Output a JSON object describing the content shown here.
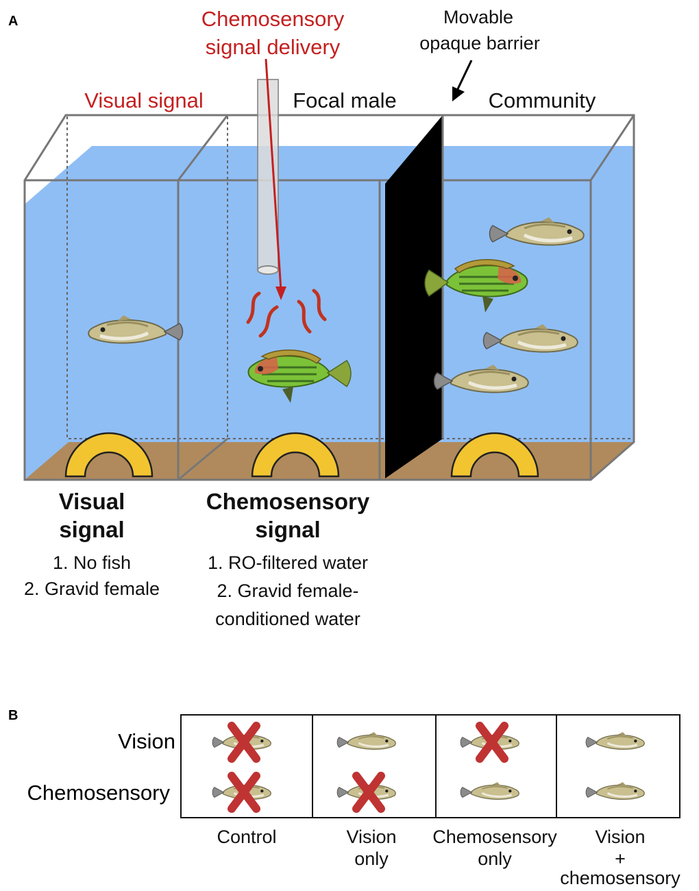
{
  "panel_a": {
    "letter": "A",
    "chemo_delivery": [
      "Chemosensory",
      "signal delivery"
    ],
    "barrier": [
      "Movable",
      "opaque barrier"
    ],
    "visual_signal_label": "Visual signal",
    "focal_male_label": "Focal male",
    "community_label": "Community",
    "visual_heading": [
      "Visual",
      "signal"
    ],
    "visual_items": [
      "1. No fish",
      "2. Gravid female"
    ],
    "chemo_heading": [
      "Chemosensory",
      "signal"
    ],
    "chemo_items": [
      "1. RO-filtered water",
      "2. Gravid female-",
      "conditioned water"
    ]
  },
  "panel_b": {
    "letter": "B",
    "rows": [
      "Vision",
      "Chemosensory"
    ],
    "columns": [
      {
        "label": [
          "Control"
        ],
        "vision": false,
        "chemosensory": false
      },
      {
        "label": [
          "Vision",
          "only"
        ],
        "vision": true,
        "chemosensory": false
      },
      {
        "label": [
          "Chemosensory",
          "only"
        ],
        "vision": false,
        "chemosensory": true
      },
      {
        "label": [
          "Vision",
          "+",
          "chemosensory"
        ],
        "vision": true,
        "chemosensory": true
      }
    ]
  },
  "colors": {
    "water": "#8fbef5",
    "gravel": "#b08a5c",
    "shelter": "#f2c430",
    "barrier": "#000000",
    "signal_red": "#c42020",
    "cross": "#bf3333",
    "tank_outline": "#777777"
  }
}
